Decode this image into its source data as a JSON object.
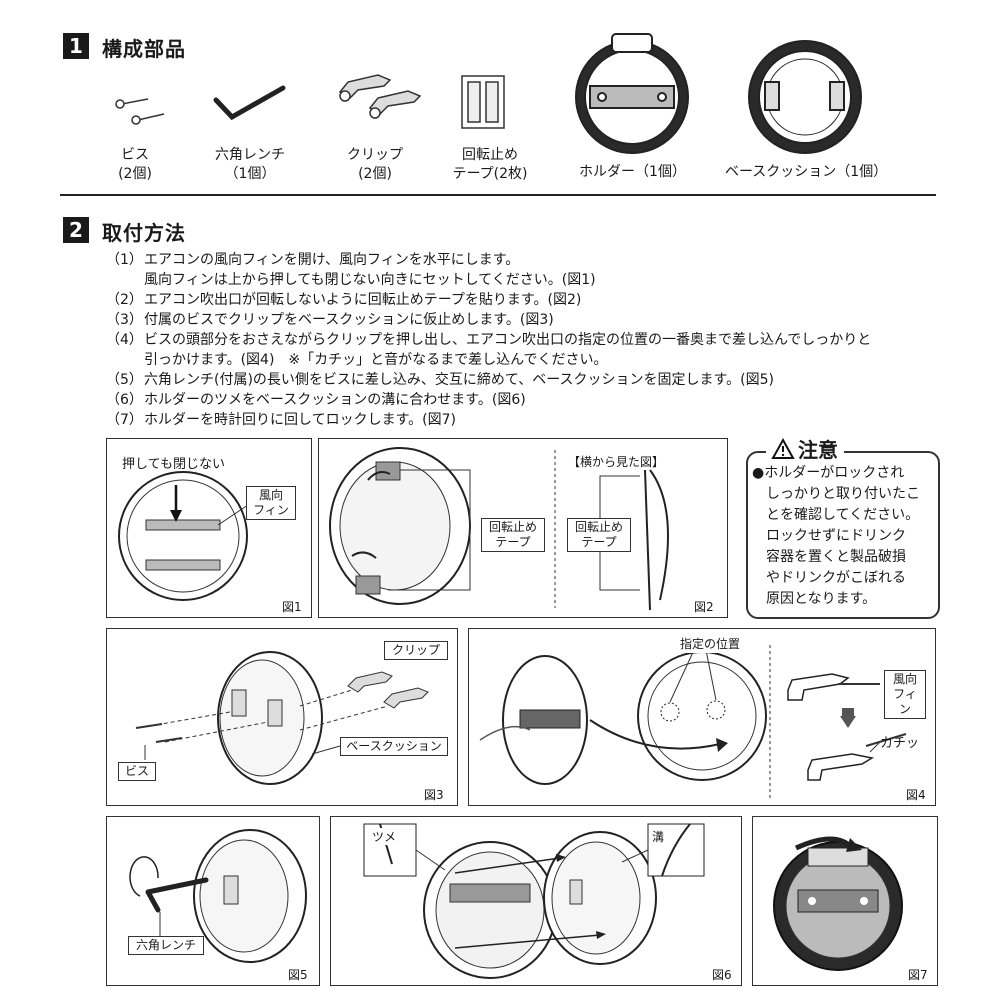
{
  "section1": {
    "number": "1",
    "title": "構成部品"
  },
  "parts": [
    {
      "label": "ビス\n(2個)",
      "icon": "screw-icon"
    },
    {
      "label": "六角レンチ\n（1個）",
      "icon": "hex-wrench-icon"
    },
    {
      "label": "クリップ\n(2個)",
      "icon": "clip-icon"
    },
    {
      "label": "回転止め\nテープ(2枚)",
      "icon": "tape-icon"
    },
    {
      "label": "ホルダー（1個）",
      "icon": "holder-icon"
    },
    {
      "label": "ベースクッション（1個）",
      "icon": "base-cushion-icon"
    }
  ],
  "section2": {
    "number": "2",
    "title": "取付方法"
  },
  "steps": [
    {
      "num": "（1）",
      "text": "エアコンの風向フィンを開け、風向フィンを水平にします。"
    },
    {
      "num": "",
      "text": "風向フィンは上から押しても閉じない向きにセットしてください。(図1)"
    },
    {
      "num": "（2）",
      "text": "エアコン吹出口が回転しないように回転止めテープを貼ります。(図2)"
    },
    {
      "num": "（3）",
      "text": "付属のビスでクリップをベースクッションに仮止めします。(図3)"
    },
    {
      "num": "（4）",
      "text": "ビスの頭部分をおさえながらクリップを押し出し、エアコン吹出口の指定の位置の一番奥まで差し込んでしっかりと"
    },
    {
      "num": "",
      "text": "引っかけます。(図4)　※「カチッ」と音がなるまで差し込んでください。"
    },
    {
      "num": "（5）",
      "text": "六角レンチ(付属)の長い側をビスに差し込み、交互に締めて、ベースクッションを固定します。(図5)"
    },
    {
      "num": "（6）",
      "text": "ホルダーのツメをベースクッションの溝に合わせます。(図6)"
    },
    {
      "num": "（7）",
      "text": "ホルダーを時計回りに回してロックします。(図7)"
    }
  ],
  "fig1": {
    "heading": "押しても閉じない",
    "callout": "風向\nフィン",
    "caption": "図1"
  },
  "fig2": {
    "side_heading": "【横から見た図】",
    "callout_a": "回転止め\nテープ",
    "callout_b": "回転止め\nテープ",
    "caption": "図2"
  },
  "caution": {
    "title": "注意",
    "bullet": "●",
    "text": "ホルダーがロックされしっかりと取り付いたことを確認してください。ロックせずにドリンク容器を置くと製品破損やドリンクがこぼれる原因となります。",
    "lines": [
      "●ホルダーがロックされ",
      "　しっかりと取り付いたこ",
      "　とを確認してください。",
      "　ロックせずにドリンク",
      "　容器を置くと製品破損",
      "　やドリンクがこぼれる",
      "　原因となります。"
    ]
  },
  "fig3": {
    "callout_clip": "クリップ",
    "callout_cushion": "ベースクッション",
    "callout_screw": "ビス",
    "caption": "図3"
  },
  "fig4": {
    "callout_position": "指定の位置",
    "callout_fin": "風向\nフィン",
    "click_sound": "カチッ",
    "caption": "図4"
  },
  "fig5": {
    "callout_wrench": "六角レンチ",
    "caption": "図5"
  },
  "fig6": {
    "callout_claw": "ツメ",
    "callout_groove": "溝",
    "caption": "図6"
  },
  "fig7": {
    "caption": "図7"
  }
}
